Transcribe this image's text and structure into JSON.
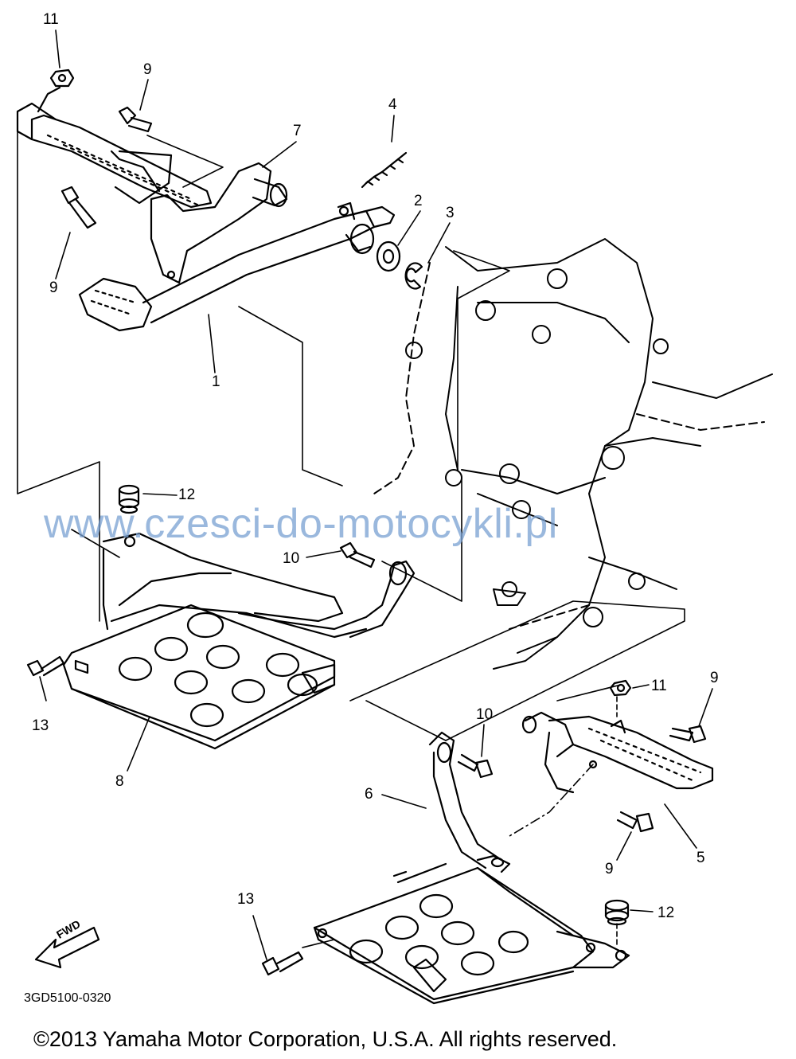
{
  "diagram": {
    "watermark": "www.czesci-do-motocykli.pl",
    "diagram_code": "3GD5100-0320",
    "copyright": "©2013 Yamaha Motor Corporation, U.S.A. All rights reserved.",
    "fwd_label": "FWD",
    "part_labels": {
      "p1": "1",
      "p2": "2",
      "p3": "3",
      "p4": "4",
      "p5": "5",
      "p6": "6",
      "p7": "7",
      "p8": "8",
      "p9a": "9",
      "p9b": "9",
      "p9c": "9",
      "p9d": "9",
      "p10a": "10",
      "p10b": "10",
      "p11a": "11",
      "p11b": "11",
      "p12a": "12",
      "p12b": "12",
      "p13a": "13",
      "p13b": "13"
    }
  }
}
